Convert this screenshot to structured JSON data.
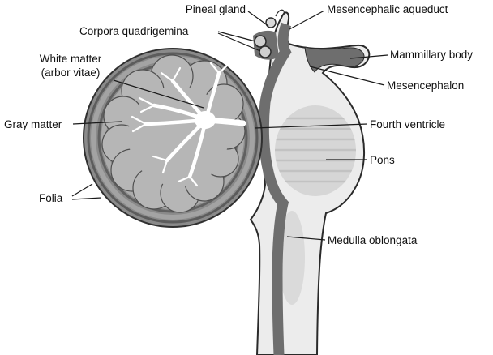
{
  "labels": {
    "pineal_gland": "Pineal gland",
    "mesencephalic_aqueduct": "Mesencephalic aqueduct",
    "corpora_quadrigemina": "Corpora quadrigemina",
    "white_matter_line1": "White matter",
    "white_matter_line2": "(arbor vitae)",
    "mammillary_body": "Mammillary body",
    "mesencephalon": "Mesencephalon",
    "gray_matter": "Gray matter",
    "fourth_ventricle": "Fourth ventricle",
    "pons": "Pons",
    "folia": "Folia",
    "medulla_oblongata": "Medulla oblongata"
  },
  "colors": {
    "outline": "#2a2a2a",
    "brainstem_light": "#ececec",
    "pons_shade": "#d6d6d6",
    "cerebellum_base": "#8a8a8a",
    "cerebellum_cortex": "#b6b6b6",
    "deep_gray": "#6e6e6e",
    "arbor_vitae": "#ffffff",
    "leader_line": "#1a1a1a"
  }
}
